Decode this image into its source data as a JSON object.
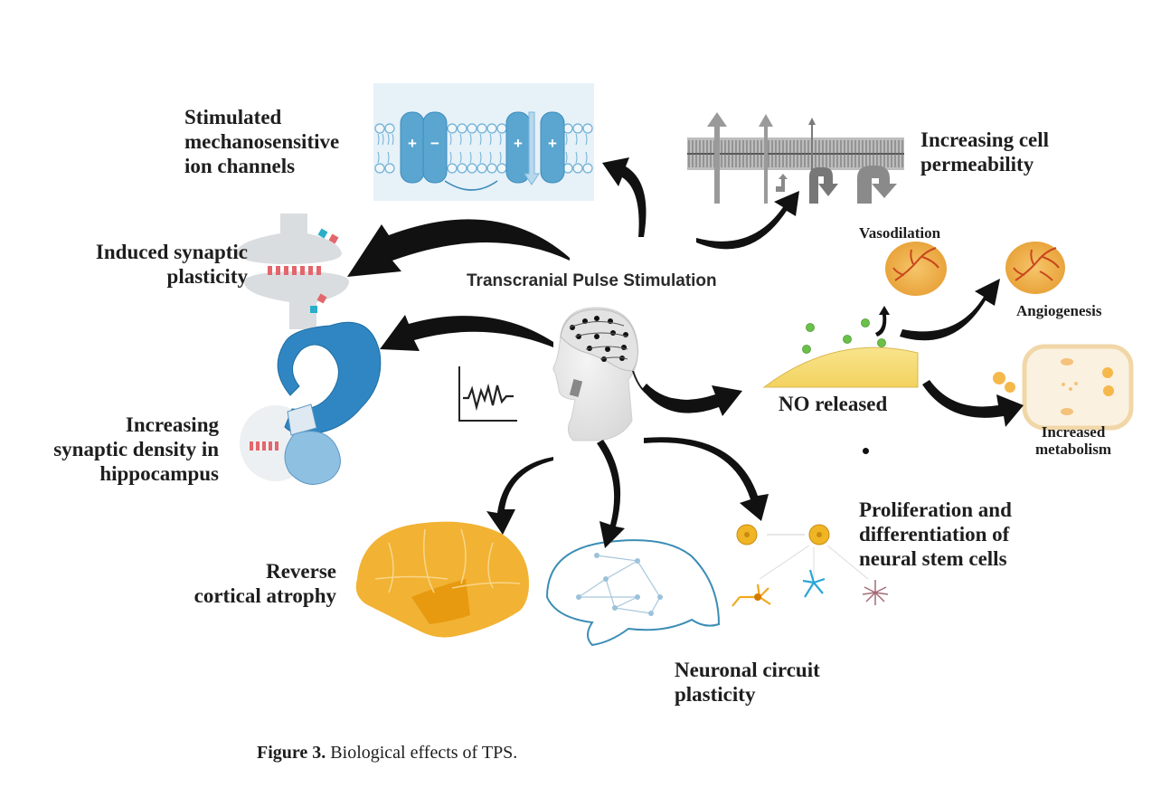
{
  "figure": {
    "center_title": "Transcranial Pulse Stimulation",
    "caption_label": "Figure 3.",
    "caption_text": "Biological effects of TPS.",
    "effects": {
      "ion_channels": [
        "Stimulated",
        "mechanosensitive",
        "ion channels"
      ],
      "cell_permeability": [
        "Increasing cell",
        "permeability"
      ],
      "synaptic_plasticity": [
        "Induced synaptic",
        "plasticity"
      ],
      "hippocampus": [
        "Increasing",
        "synaptic density in",
        "hippocampus"
      ],
      "vasodilation": "Vasodilation",
      "angiogenesis": "Angiogenesis",
      "no_released": "NO released",
      "metabolism": [
        "Increased",
        "metabolism"
      ],
      "neural_stem_cells": [
        "Proliferation and",
        "differentiation of",
        "neural stem cells"
      ],
      "cortical_atrophy": [
        "Reverse",
        "cortical atrophy"
      ],
      "neuronal_circuit": [
        "Neuronal circuit",
        "plasticity"
      ]
    },
    "ion_channel_charges": [
      "+",
      "−",
      "+",
      "+"
    ],
    "colors": {
      "arrow": "#111111",
      "channel_blue": "#4a9cc8",
      "membrane_bg": "#e6f1f8",
      "cortex_orange": "#f2b233",
      "brain_outline": "#3c8db5",
      "no_cell_yellow": "#f6dc7a",
      "vessel_red": "#c8481e"
    }
  }
}
